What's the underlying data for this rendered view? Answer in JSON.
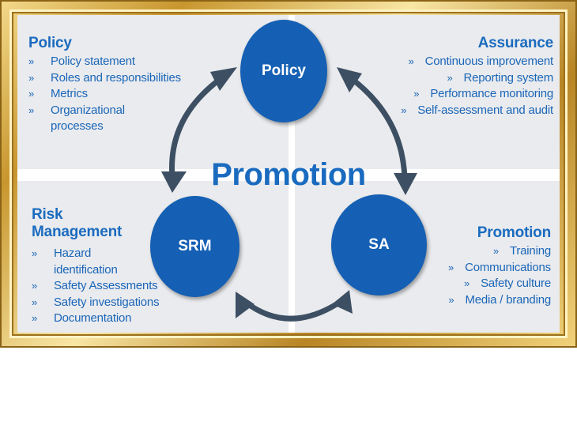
{
  "center_title": "Promotion",
  "nodes": {
    "policy": "Policy",
    "srm": "SRM",
    "sa": "SA"
  },
  "quadrants": {
    "top_left": {
      "heading": "Policy",
      "items": [
        "Policy statement",
        "Roles and responsibilities",
        "Metrics",
        "Organizational processes"
      ]
    },
    "top_right": {
      "heading": "Assurance",
      "items": [
        "Continuous improvement",
        "Reporting system",
        "Performance monitoring",
        "Self-assessment and audit"
      ]
    },
    "bottom_left": {
      "heading_line1": "Risk",
      "heading_line2": "Management",
      "items": [
        "Hazard identification",
        "Safety Assessments",
        "Safety investigations",
        "Documentation"
      ]
    },
    "bottom_right": {
      "heading": "Promotion",
      "items": [
        "Training",
        "Communications",
        "Safety culture",
        "Media / branding"
      ]
    }
  },
  "bullet_glyph": "»",
  "colors": {
    "text_blue": "#1a66b8",
    "circle_blue": "#1560b4",
    "arrow": "#3d4f63",
    "panel_grey": "#eaebee",
    "frame_gold": "#c8962e"
  }
}
